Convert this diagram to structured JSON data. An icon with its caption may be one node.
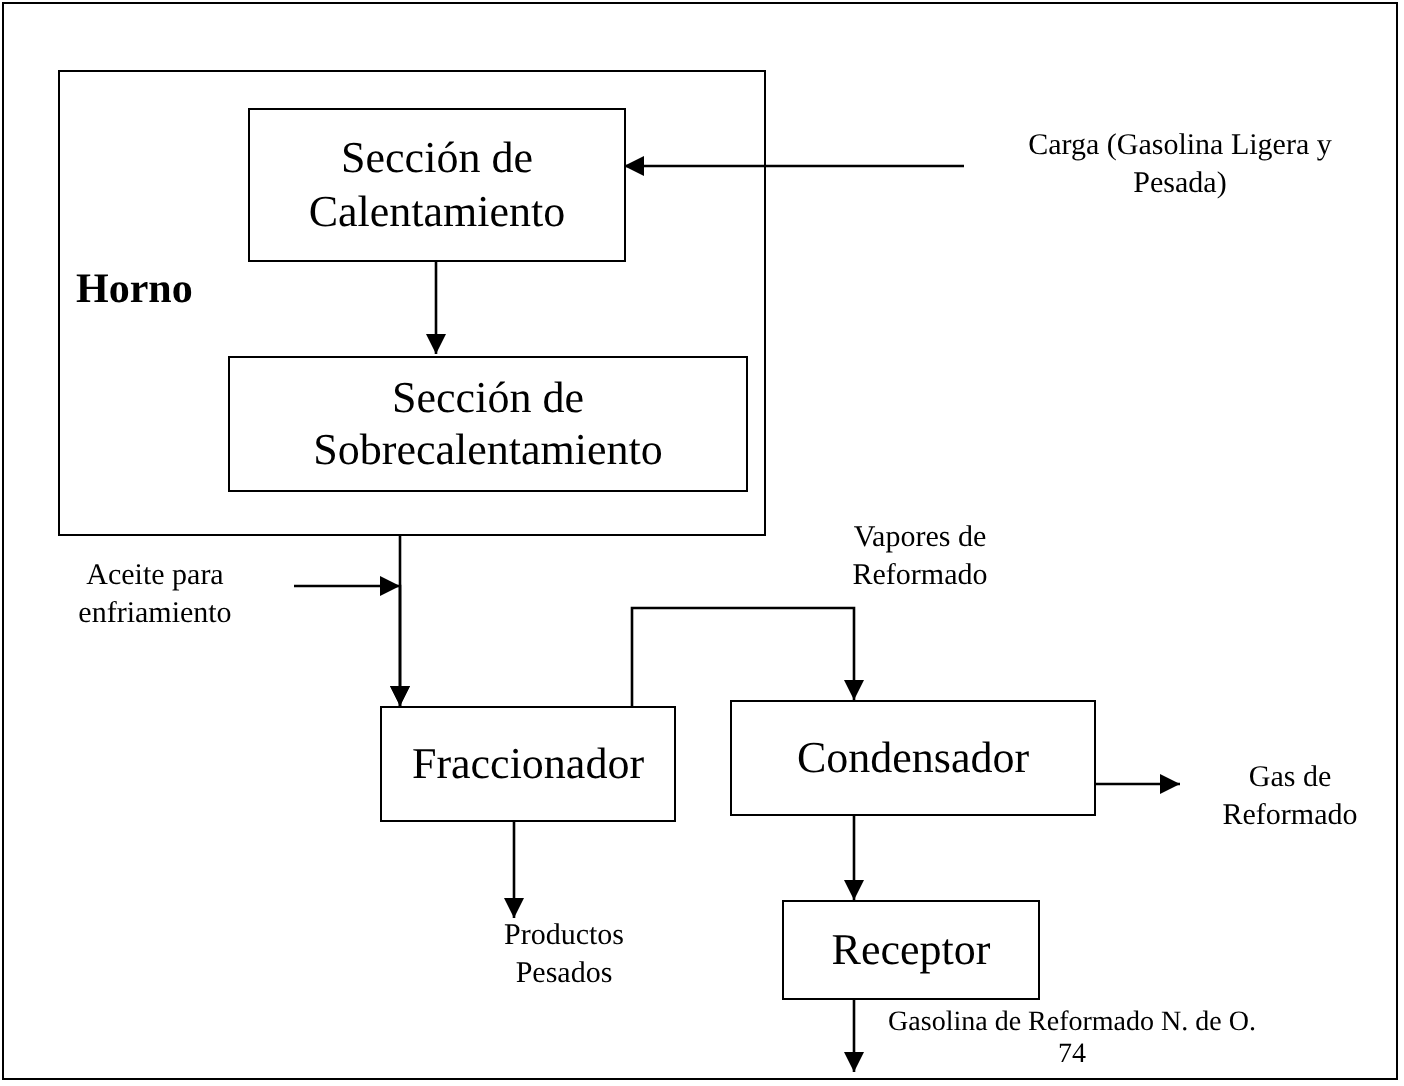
{
  "diagram": {
    "nodes": [
      {
        "text": [
          "Horno"
        ]
      },
      {
        "text": [
          "Sección de Calentamiento"
        ],
        "in": 0
      },
      {
        "text": [
          "Sección de Sobrecalentamiento"
        ],
        "in": 0
      },
      {
        "text": [
          "Carga (Gasolina Ligera y Pesada)"
        ]
      },
      {
        "text": [
          "Aceite para enfriamiento"
        ]
      },
      {
        "text": [
          "Fraccionador"
        ]
      },
      {
        "text": [
          "Condensador"
        ]
      },
      {
        "text": [
          "Receptor"
        ]
      },
      {
        "text": [
          "Productos Pesados"
        ]
      },
      {
        "text": [
          "Gas de Reformado"
        ]
      },
      {
        "text": [
          "Gasolina de Reformado N. de O. 74"
        ]
      }
    ],
    "edges": [
      {
        "from": 3,
        "to": 1,
        "arrow": "to"
      },
      {
        "from": 1,
        "to": 2,
        "arrow": "to"
      },
      {
        "from": 0,
        "to": 5,
        "arrow": "to"
      },
      {
        "from": 4,
        "to": 5,
        "arrow": "to"
      },
      {
        "from": 5,
        "to": 6,
        "arrow": "to",
        "label": "Vapores de Reformado"
      },
      {
        "from": 6,
        "to": 9,
        "arrow": "to"
      },
      {
        "from": 6,
        "to": 7,
        "arrow": "to"
      },
      {
        "from": 5,
        "to": 8,
        "arrow": "to"
      },
      {
        "from": 7,
        "to": 10,
        "arrow": "to"
      }
    ]
  }
}
